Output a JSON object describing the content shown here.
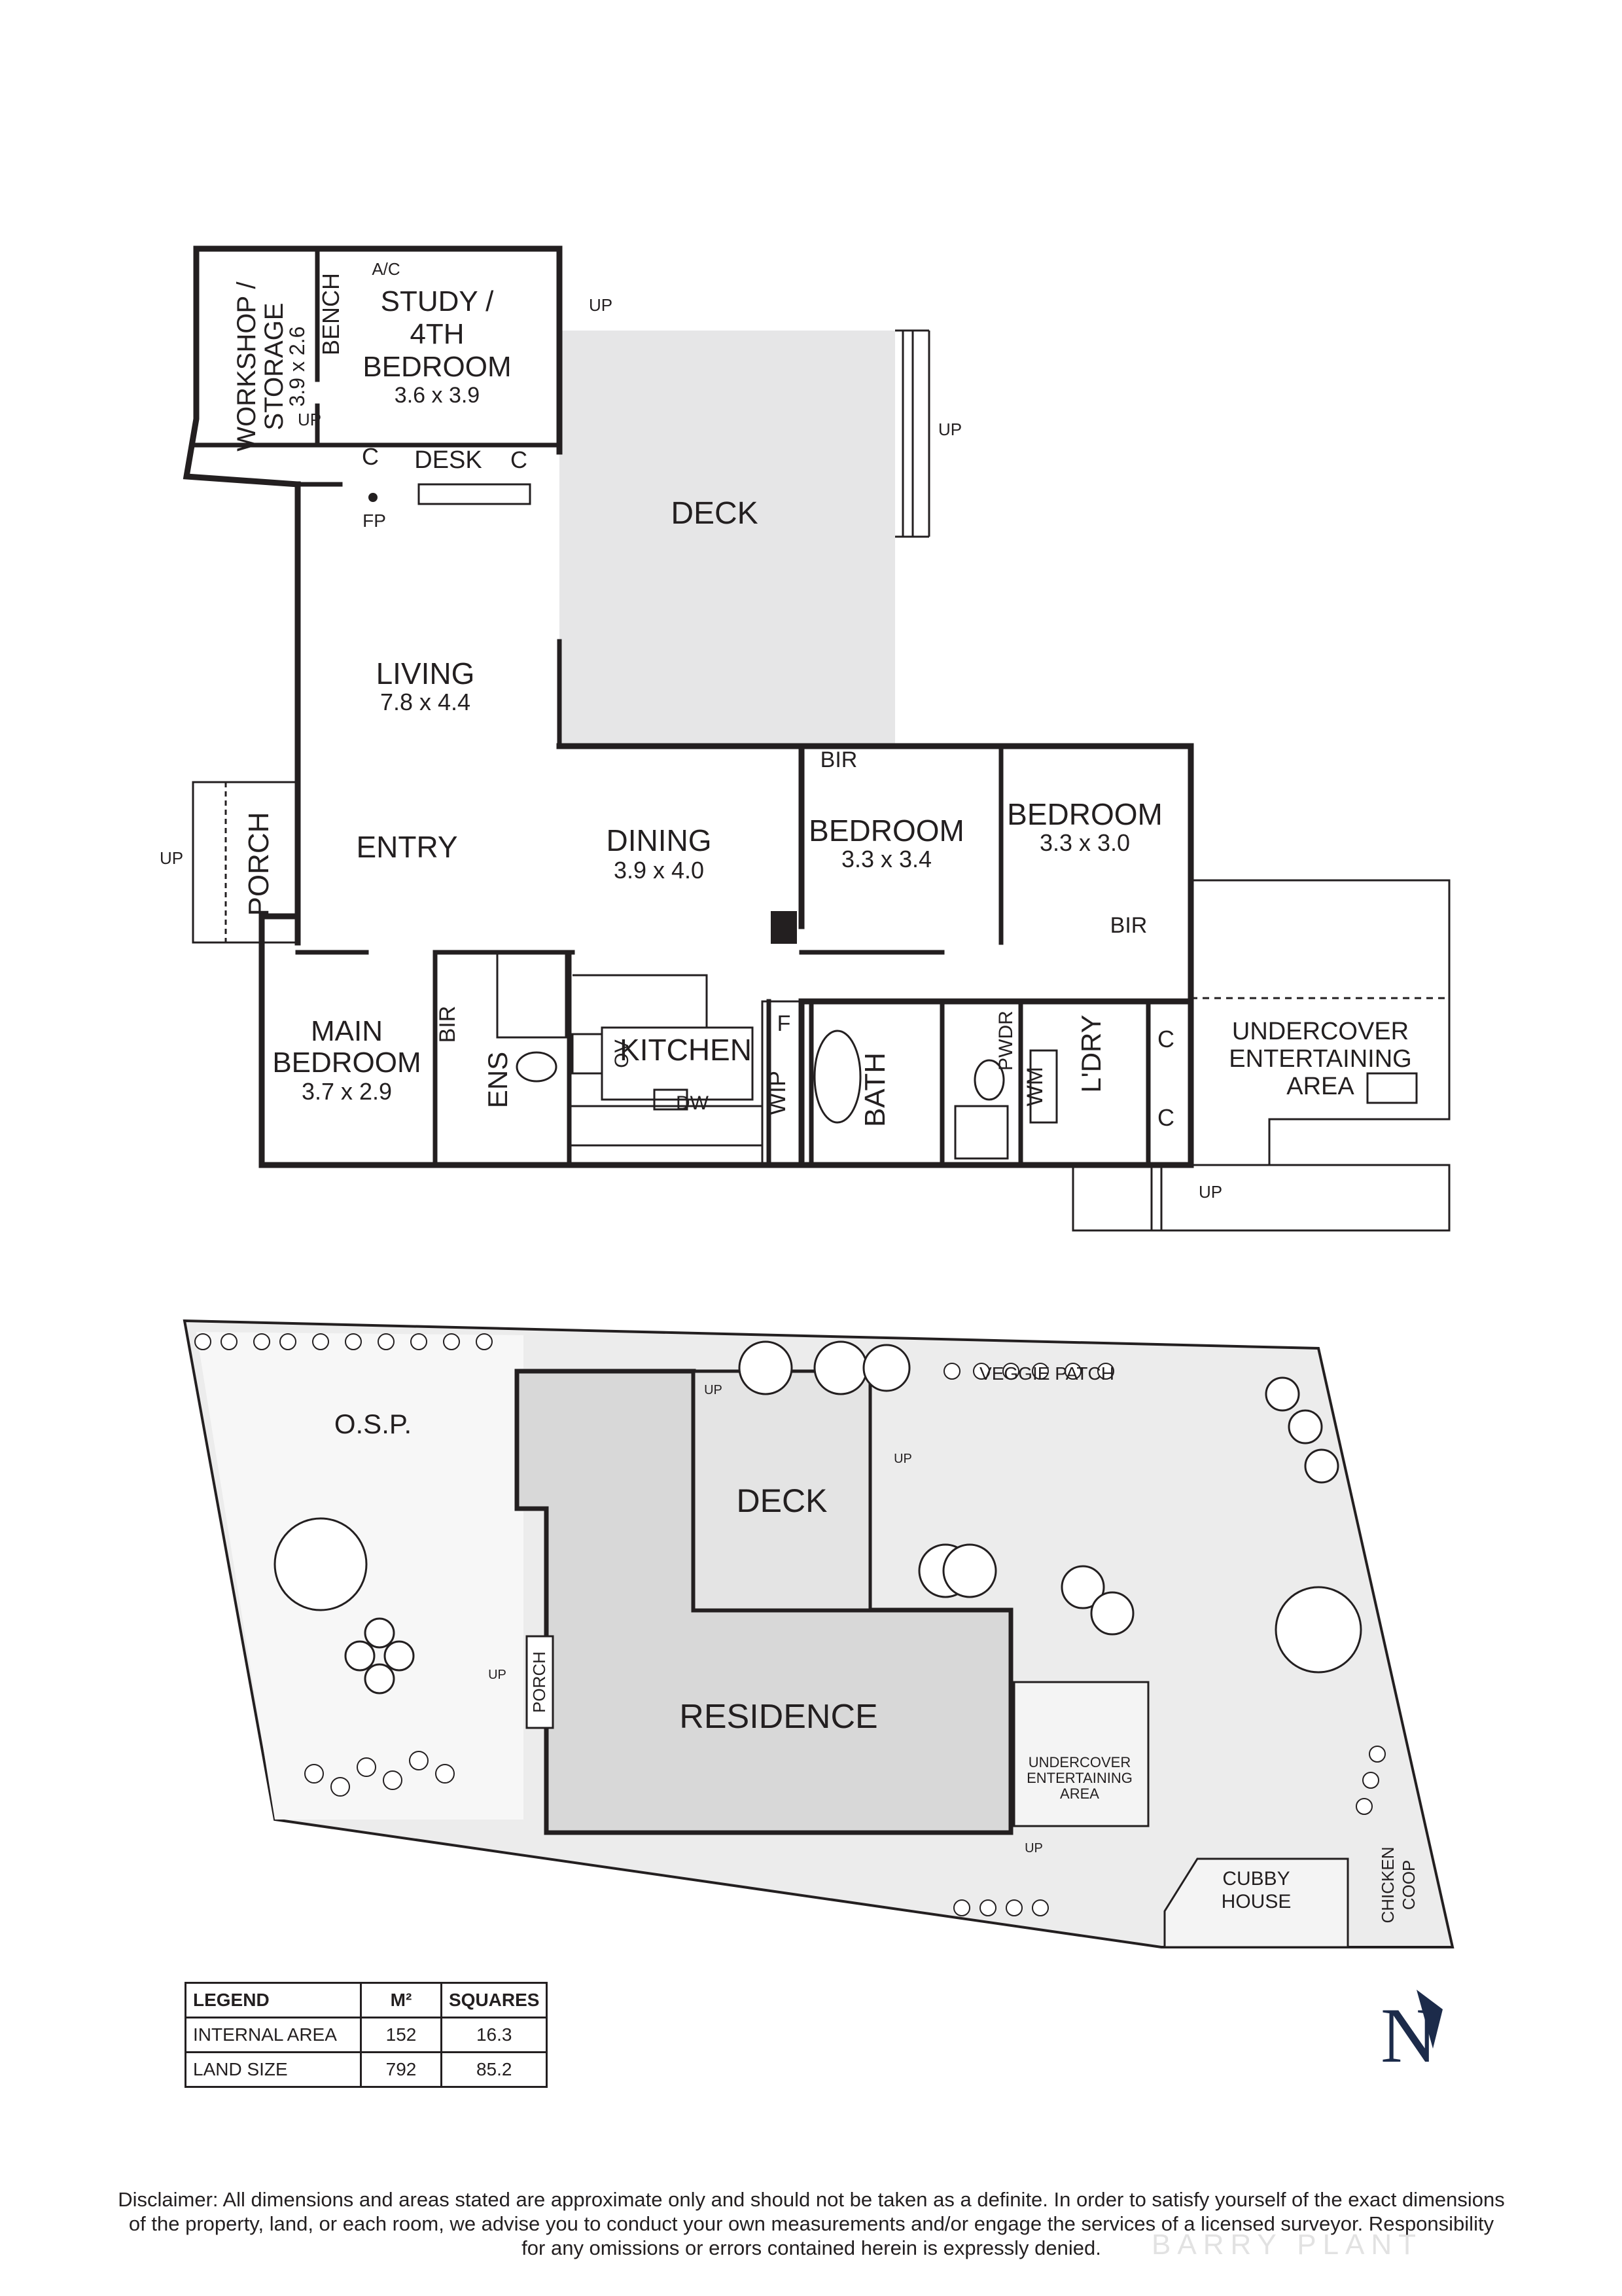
{
  "floorplan": {
    "rooms": {
      "workshop_name": "WORKSHOP /",
      "storage_name": "STORAGE",
      "workshop_dim": "3.9 x 2.6",
      "bench": "BENCH",
      "ac": "A/C",
      "study_line1": "STUDY /",
      "study_line2": "4TH",
      "study_line3": "BEDROOM",
      "study_dim": "3.6 x 3.9",
      "deck": "DECK",
      "living": "LIVING",
      "living_dim": "7.8 x 4.4",
      "fp": "FP",
      "desk": "DESK",
      "c": "C",
      "porch": "PORCH",
      "entry": "ENTRY",
      "dining": "DINING",
      "dining_dim": "3.9 x 4.0",
      "bir": "BIR",
      "bedroom": "BEDROOM",
      "bedroom2_dim": "3.3 x 3.4",
      "bedroom3_dim": "3.3 x 3.0",
      "main_line1": "MAIN",
      "main_line2": "BEDROOM",
      "main_dim": "3.7 x 2.9",
      "ens": "ENS",
      "kitchen": "KITCHEN",
      "ov": "OV",
      "dw": "DW",
      "wip": "WIP",
      "f": "F",
      "bath": "BATH",
      "pwdr": "PWDR",
      "wm": "WM",
      "ldry": "L'DRY",
      "undercover_line1": "UNDERCOVER",
      "undercover_line2": "ENTERTAINING",
      "undercover_line3": "AREA",
      "up": "UP"
    }
  },
  "siteplan": {
    "osp": "O.S.P.",
    "deck": "DECK",
    "residence": "RESIDENCE",
    "porch": "PORCH",
    "veggie_patch": "VEGGIE PATCH",
    "undercover_line1": "UNDERCOVER",
    "undercover_line2": "ENTERTAINING",
    "undercover_line3": "AREA",
    "cubby_line1": "CUBBY",
    "cubby_line2": "HOUSE",
    "chicken_line1": "CHICKEN",
    "chicken_line2": "COOP",
    "up": "UP"
  },
  "legend": {
    "headers": [
      "LEGEND",
      "M²",
      "SQUARES"
    ],
    "rows": [
      {
        "label": "INTERNAL AREA",
        "m2": "152",
        "squares": "16.3"
      },
      {
        "label": "LAND SIZE",
        "m2": "792",
        "squares": "85.2"
      }
    ]
  },
  "compass": {
    "letter": "N"
  },
  "disclaimer": {
    "line1": "Disclaimer: All dimensions and areas stated are approximate only and should not be taken as a definite. In order to satisfy yourself of the exact dimensions",
    "line2": "of the property, land, or each room, we advise you to conduct your own measurements and/or engage the services of a licensed surveyor. Responsibility",
    "line3": "for any omissions or errors contained herein is expressly denied."
  },
  "watermark": "BARRY PLANT",
  "colors": {
    "ink": "#231f20",
    "deck_fill": "#e6e6e7",
    "yard_fill": "#ececec",
    "accent": "#1c2b4a"
  }
}
